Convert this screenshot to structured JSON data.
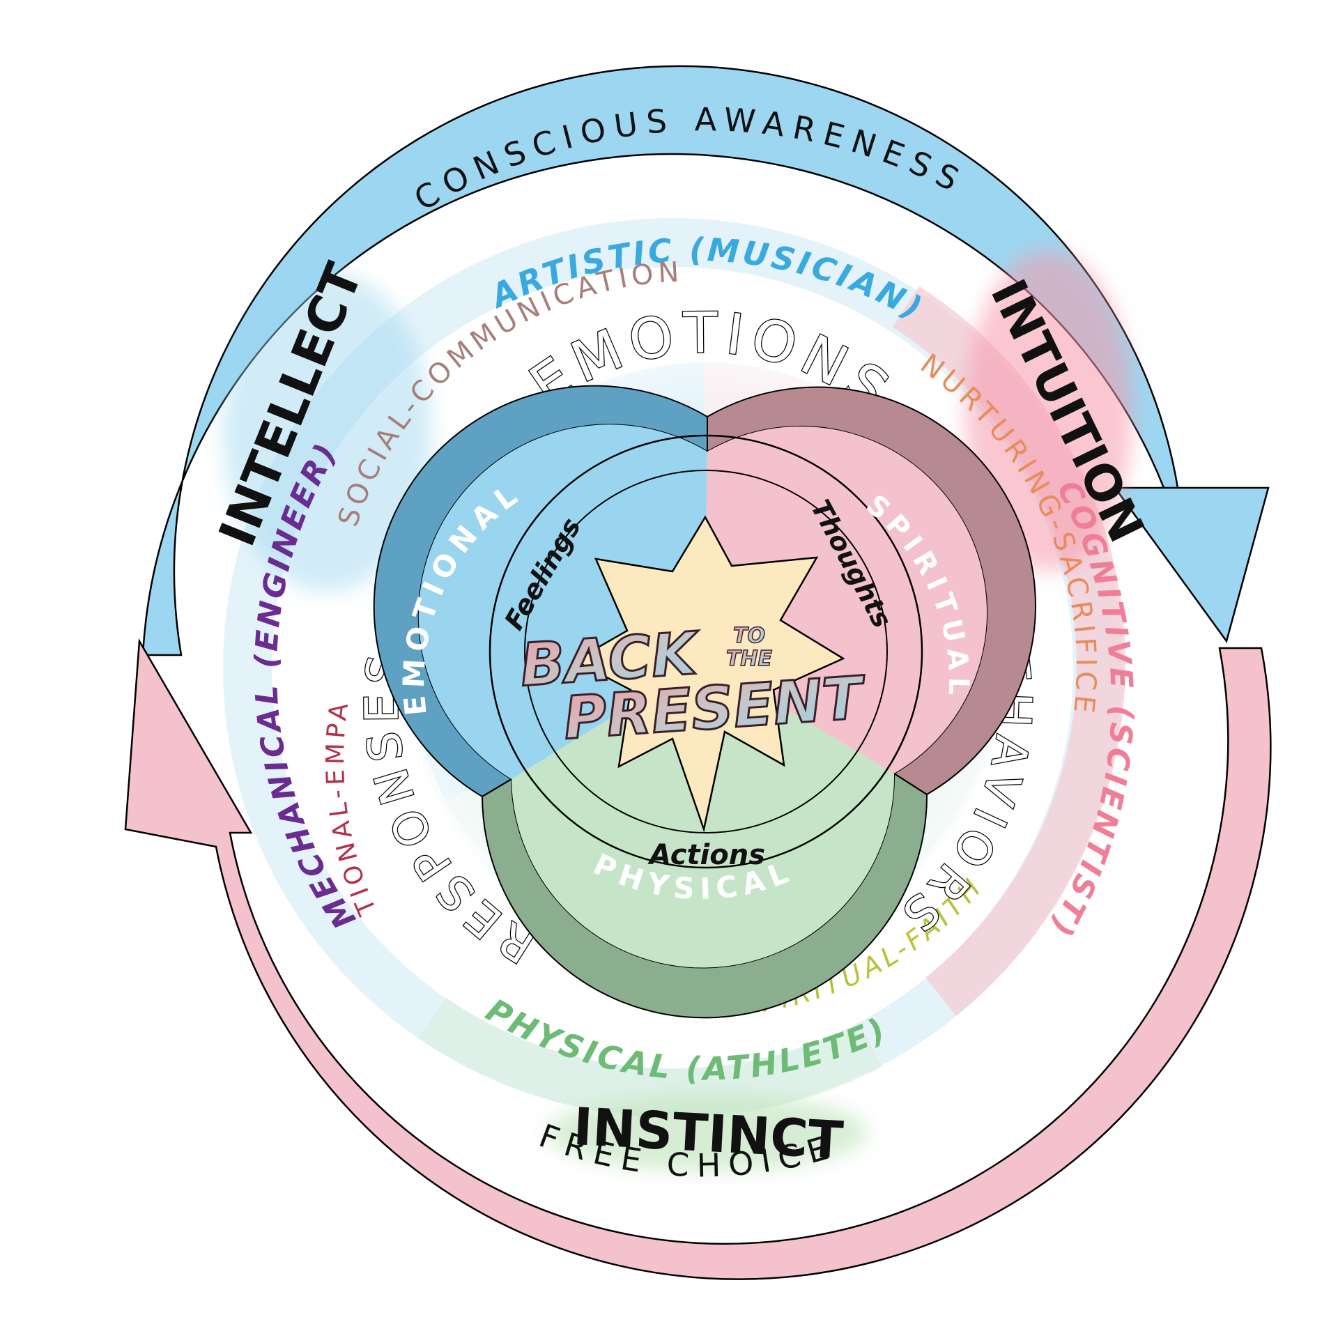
{
  "outer": {
    "top_label": "CONSCIOUS AWARENESS",
    "bottom_label": "FREE CHOICE",
    "top_arrow_color": "#9dd6f0",
    "bottom_arrow_color": "#f4c2cc"
  },
  "faculties": {
    "intellect": "INTELLECT",
    "intuition": "INTUITION",
    "instinct": "INSTINCT"
  },
  "types": {
    "artistic": "ARTISTIC (MUSICIAN)",
    "mechanical": "MECHANICAL (ENGINEER)",
    "cognitive": "COGNITIVE (SCIENTIST)",
    "physical": "PHYSICAL (ATHLETE)"
  },
  "aspects": {
    "social": "SOCIAL-COMMUNICATION",
    "nurturing": "NURTURING-SACRIFICE",
    "empathy": "EMOTIONAL-EMPATHY",
    "faith": "SPIRITUAL-FAITH"
  },
  "ring": {
    "emotions": "EMOTIONS",
    "behaviors": "BEHAVIORS",
    "responses": "RESPONSES"
  },
  "inner_band": {
    "emotional": "EMOTIONAL",
    "spiritual": "SPIRITUAL",
    "physical": "PHYSICAL"
  },
  "sectors": {
    "feelings": "Feelings",
    "thoughts": "Thoughts",
    "actions": "Actions"
  },
  "center": {
    "back": "BACK",
    "to": "TO",
    "the": "THE",
    "present": "PRESENT"
  },
  "colors": {
    "blue": "#9ad5ef",
    "pink": "#f4c2cc",
    "green": "#c6e4c8",
    "band_blue": "#5fa1c3",
    "band_mauve": "#b78a91",
    "band_green": "#8bae8e",
    "star": "#fce9bf",
    "artistic": "#3aa9df",
    "mechanical": "#6a2c91",
    "cognitive": "#ef7f97",
    "physical": "#6dbb76",
    "social": "#a67f7a",
    "nurturing": "#e88c5c",
    "empathy": "#b3314a",
    "faith": "#b7c23a"
  }
}
